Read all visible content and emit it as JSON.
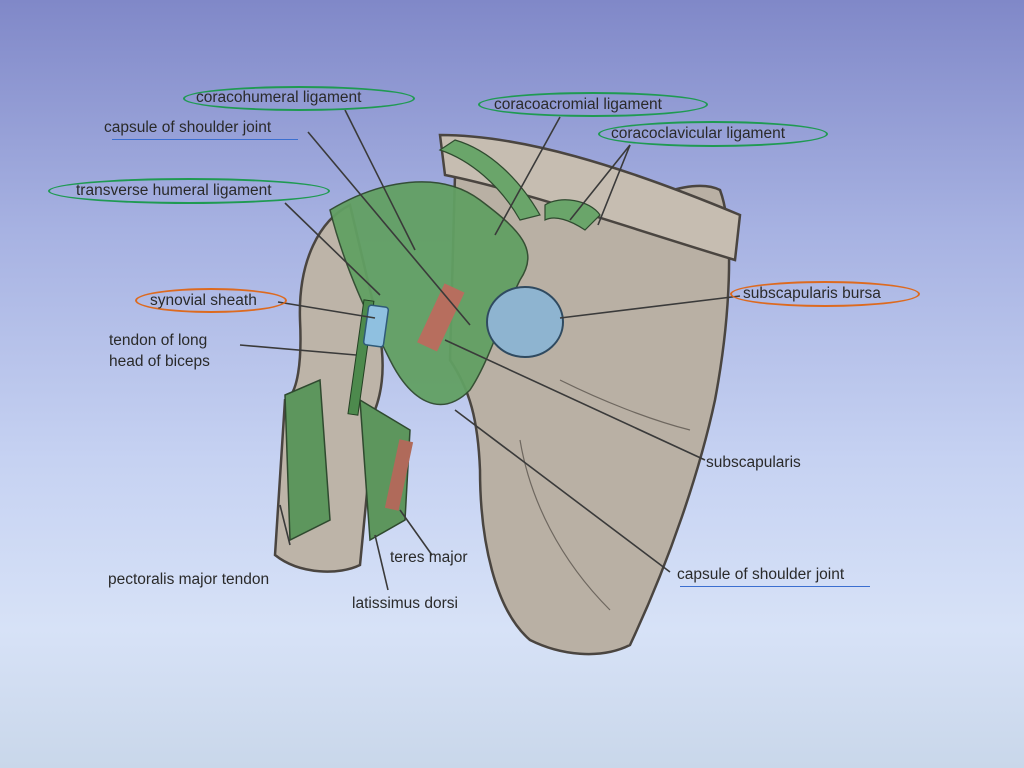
{
  "labels": {
    "coracohumeral": "coracohumeral ligament",
    "capsule_top": "capsule of shoulder joint",
    "coracoacromial": "coracoacromial ligament",
    "coracoclavicular": "coracoclavicular ligament",
    "transverse_humeral": "transverse humeral ligament",
    "synovial_sheath": "synovial sheath",
    "subscapularis_bursa": "subscapularis bursa",
    "biceps_line1": "tendon of long",
    "biceps_line2": "head of biceps",
    "subscapularis": "subscapularis",
    "teres_major": "teres major",
    "pectoralis": "pectoralis major tendon",
    "latissimus": "latissimus dorsi",
    "capsule_bottom": "capsule of shoulder joint"
  },
  "colors": {
    "highlight_green": "#1f9a52",
    "highlight_orange": "#dd6a1f",
    "underline_blue": "#3b6fd0",
    "bone": "#b5aca0",
    "muscle": "#5f9a5f",
    "bursa": "#8fb3cf"
  }
}
